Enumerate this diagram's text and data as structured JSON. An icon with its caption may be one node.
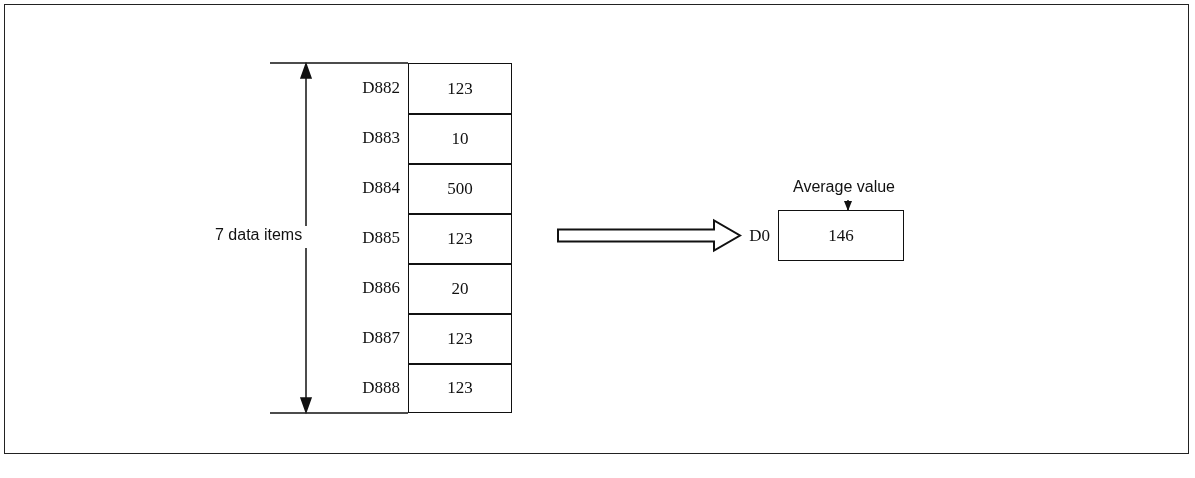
{
  "diagram": {
    "nodes": [
      {
        "text": [
          "123"
        ],
        "beside": [
          "D882"
        ]
      },
      {
        "text": [
          "10"
        ],
        "beside": [
          "D883"
        ]
      },
      {
        "text": [
          "500"
        ],
        "beside": [
          "D884"
        ]
      },
      {
        "text": [
          "123"
        ],
        "beside": [
          "D885"
        ]
      },
      {
        "text": [
          "20"
        ],
        "beside": [
          "D886"
        ]
      },
      {
        "text": [
          "123"
        ],
        "beside": [
          "D887"
        ]
      },
      {
        "text": [
          "123"
        ],
        "beside": [
          "D888"
        ]
      },
      {
        "text": [
          "146"
        ],
        "beside": [
          "D0"
        ]
      },
      {
        "text": [
          "Average value"
        ]
      }
    ],
    "edges": [
      {
        "from": null,
        "to": 7,
        "arrow": "to",
        "style": "thick"
      },
      {
        "from": 8,
        "to": 7,
        "arrow": "to"
      }
    ],
    "labels": [
      "7 data items"
    ]
  }
}
